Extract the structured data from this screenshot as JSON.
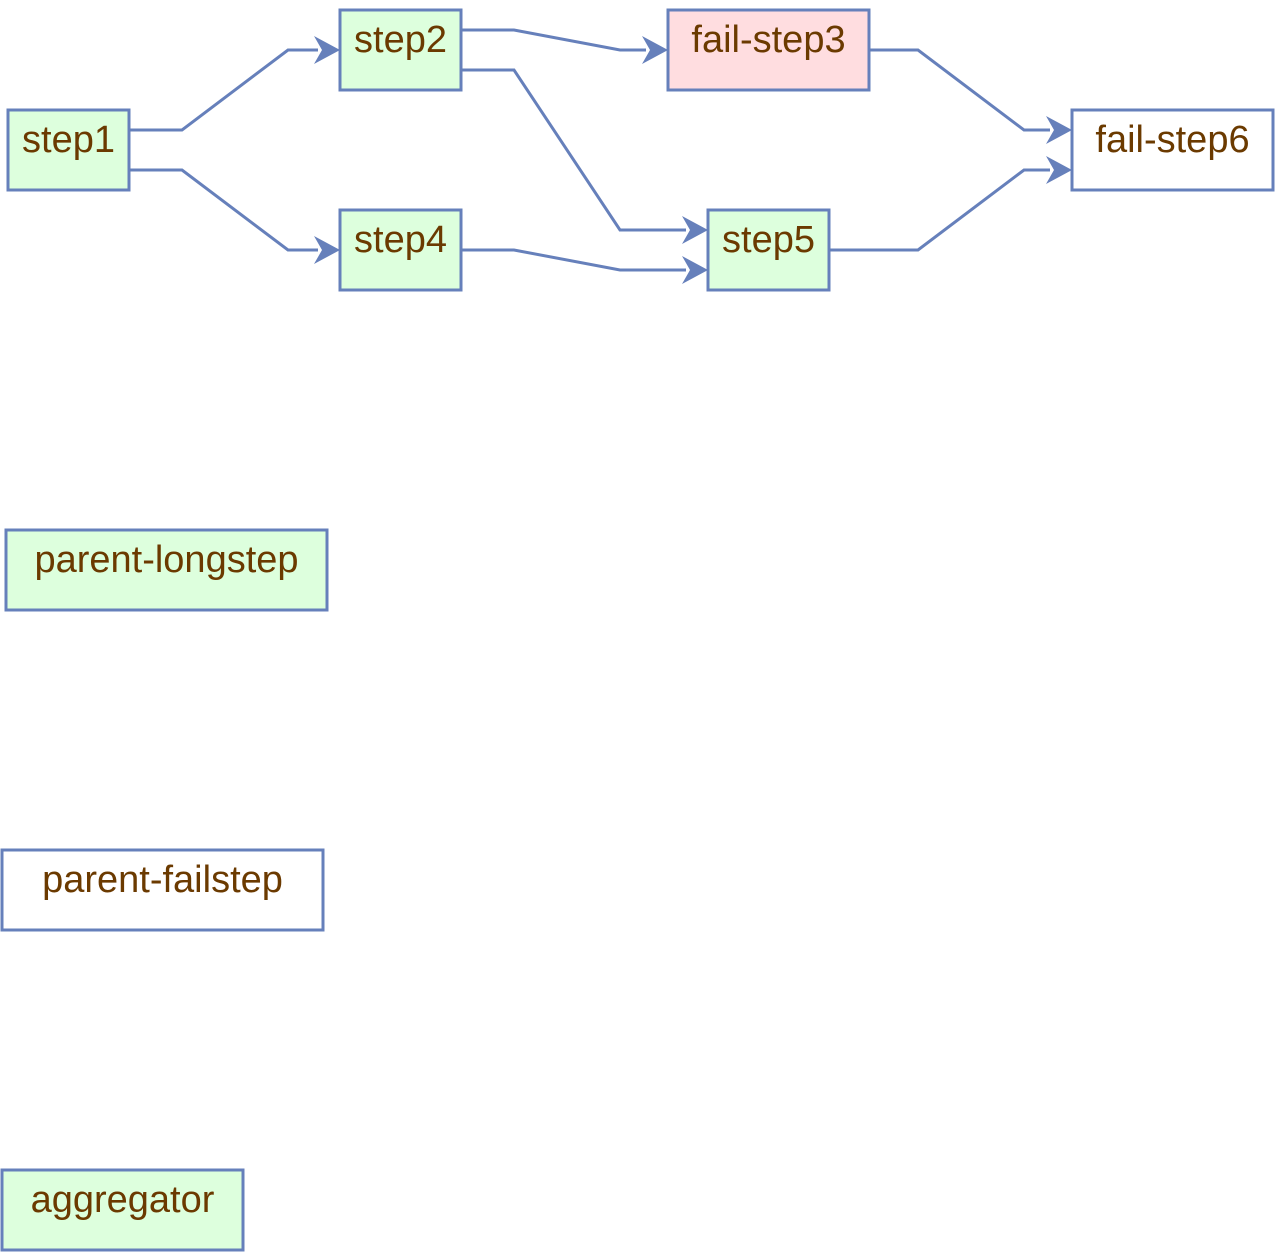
{
  "colors": {
    "edge": "#6680bb",
    "border": "#6680bb",
    "label": "#6b3a00",
    "success_fill": "#ddffdd",
    "failed_fill": "#ffdde0",
    "pending_fill": "#ffffff"
  },
  "nodes": [
    {
      "id": "step1",
      "label": "step1",
      "status": "success"
    },
    {
      "id": "step2",
      "label": "step2",
      "status": "success"
    },
    {
      "id": "fail-step3",
      "label": "fail-step3",
      "status": "failed"
    },
    {
      "id": "step4",
      "label": "step4",
      "status": "success"
    },
    {
      "id": "step5",
      "label": "step5",
      "status": "success"
    },
    {
      "id": "fail-step6",
      "label": "fail-step6",
      "status": "pending"
    },
    {
      "id": "parent-longstep",
      "label": "parent-longstep",
      "status": "success"
    },
    {
      "id": "parent-failstep",
      "label": "parent-failstep",
      "status": "pending"
    },
    {
      "id": "aggregator",
      "label": "aggregator",
      "status": "success"
    }
  ],
  "edges": [
    {
      "from": "step1",
      "to": "step2"
    },
    {
      "from": "step1",
      "to": "step4"
    },
    {
      "from": "step2",
      "to": "fail-step3"
    },
    {
      "from": "step2",
      "to": "step5"
    },
    {
      "from": "step4",
      "to": "step5"
    },
    {
      "from": "fail-step3",
      "to": "fail-step6"
    },
    {
      "from": "step5",
      "to": "fail-step6"
    }
  ]
}
